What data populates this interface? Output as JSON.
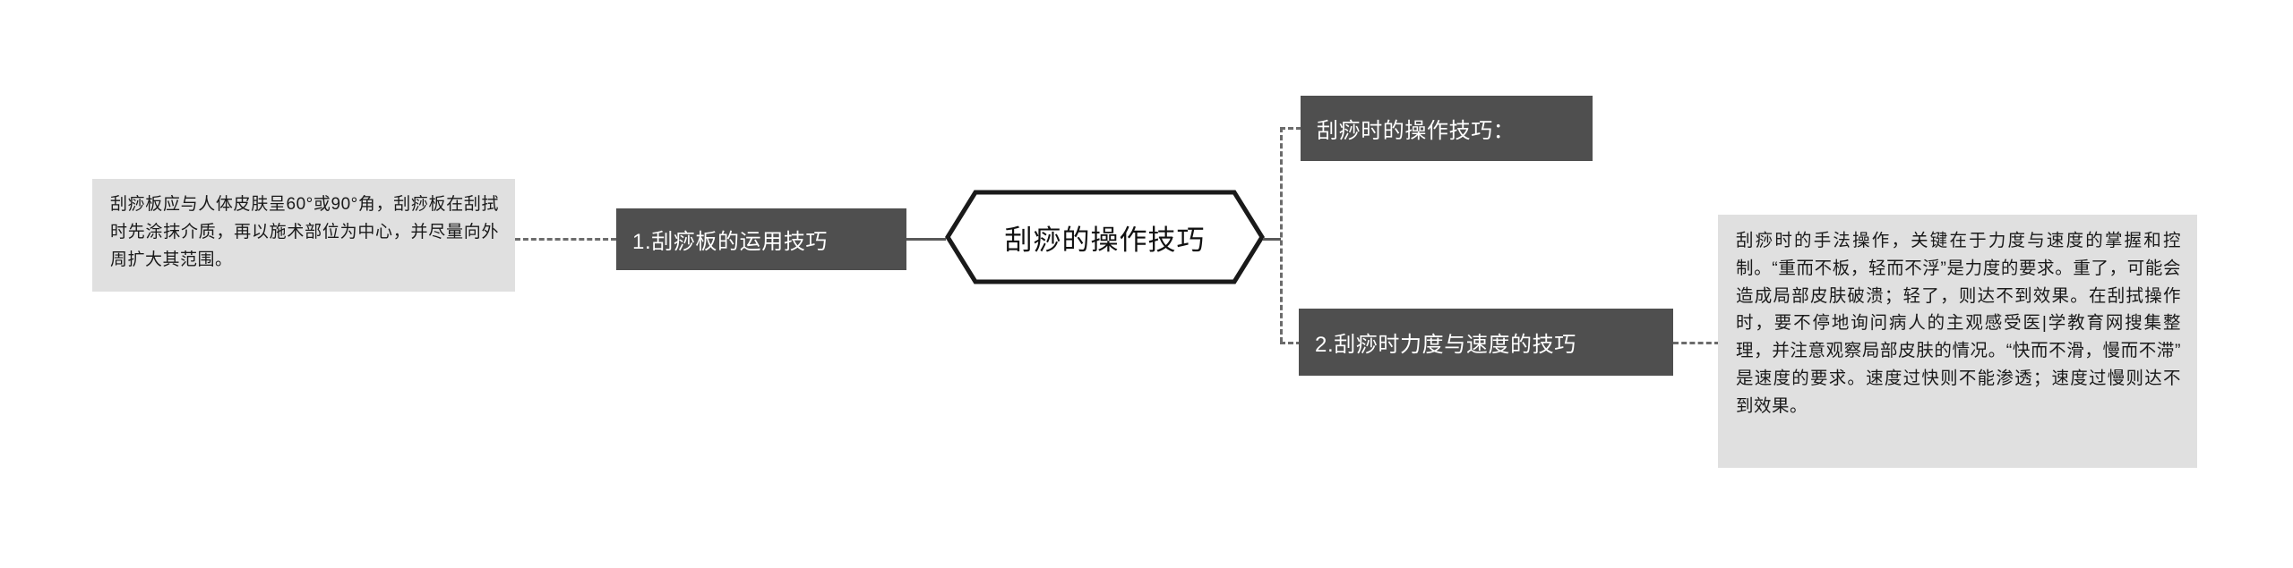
{
  "diagram": {
    "type": "mind-map",
    "title": "刮痧的操作技巧",
    "background_color": "#ffffff",
    "accent_dark": "#4f4f4f",
    "accent_light": "#e0e0e0",
    "root": {
      "label": "刮痧的操作技巧",
      "shape": "hexagon",
      "text_color": "#111111",
      "border_color": "#1a1a1a",
      "fill_color": "#ffffff"
    },
    "left_branch": {
      "topic": {
        "label": "1.刮痧板的运用技巧",
        "fill_color": "#4f4f4f",
        "text_color": "#ffffff"
      },
      "detail": {
        "text": "刮痧板应与人体皮肤呈60°或90°角，刮痧板在刮拭时先涂抹介质，再以施术部位为中心，并尽量向外周扩大其范围。",
        "fill_color": "#e0e0e0",
        "text_color": "#1a1a1a"
      }
    },
    "right_branches": [
      {
        "topic": {
          "label": "刮痧时的操作技巧：",
          "fill_color": "#4f4f4f",
          "text_color": "#ffffff"
        },
        "detail": null
      },
      {
        "topic": {
          "label": "2.刮痧时力度与速度的技巧",
          "fill_color": "#4f4f4f",
          "text_color": "#ffffff"
        },
        "detail": {
          "text": "刮痧时的手法操作，关键在于力度与速度的掌握和控制。“重而不板，轻而不浮”是力度的要求。重了，可能会造成局部皮肤破溃；轻了，则达不到效果。在刮拭操作时，要不停地询问病人的主观感受医|学教育网搜集整理，并注意观察局部皮肤的情况。“快而不滑，慢而不滞”是速度的要求。速度过快则不能渗透；速度过慢则达不到效果。",
          "fill_color": "#e0e0e0",
          "text_color": "#1a1a1a"
        }
      }
    ]
  }
}
